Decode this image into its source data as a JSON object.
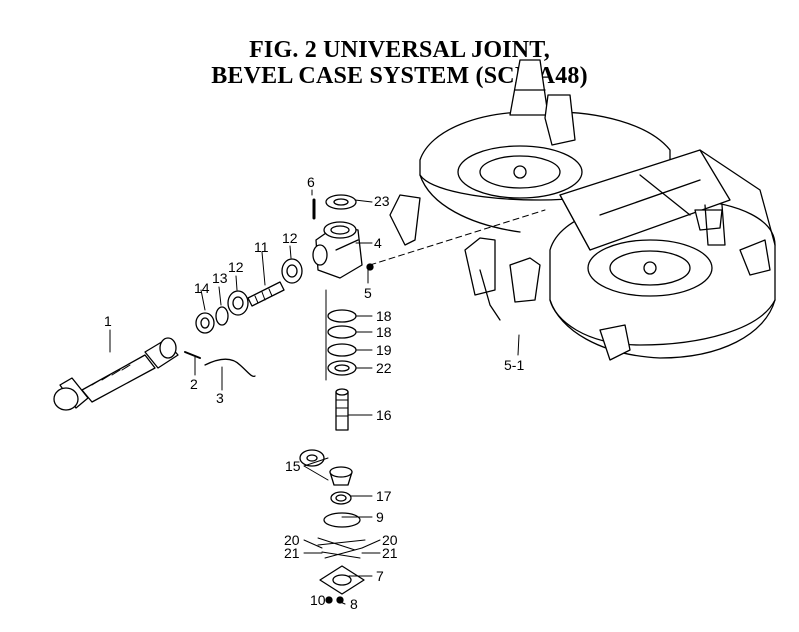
{
  "figure": {
    "title_line1": "FIG. 2 UNIVERSAL JOINT,",
    "title_line2": "BEVEL CASE SYSTEM (SCMA48)"
  },
  "callouts": {
    "c1": "1",
    "c2": "2",
    "c3": "3",
    "c4": "4",
    "c5": "5",
    "c5_1": "5-1",
    "c6": "6",
    "c7": "7",
    "c8": "8",
    "c9": "9",
    "c10": "10",
    "c11": "11",
    "c12a": "12",
    "c12b": "12",
    "c13": "13",
    "c14": "14",
    "c15": "15",
    "c16": "16",
    "c17": "17",
    "c18a": "18",
    "c18b": "18",
    "c19": "19",
    "c20a": "20",
    "c20b": "20",
    "c21a": "21",
    "c21b": "21",
    "c22": "22",
    "c23": "23"
  }
}
